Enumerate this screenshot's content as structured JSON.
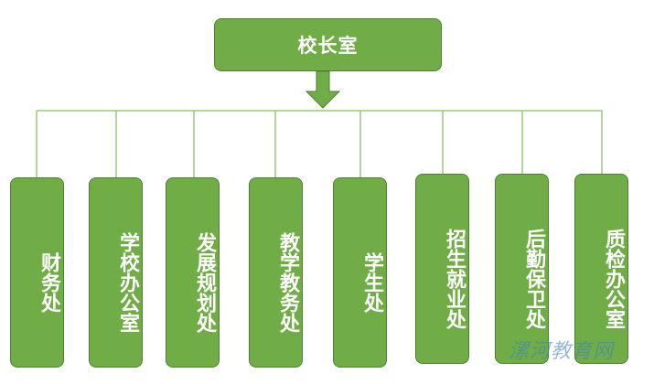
{
  "root": {
    "label": "校长室"
  },
  "departments": [
    {
      "label": "财务处"
    },
    {
      "label": "学校办公室"
    },
    {
      "label": "发展规划处"
    },
    {
      "label": "教学教务处"
    },
    {
      "label": "学生处"
    },
    {
      "label": "招生就业处"
    },
    {
      "label": "后勤保卫处"
    },
    {
      "label": "质检办公室"
    }
  ],
  "watermark": "漯河教育网",
  "colors": {
    "node_fill": "#70ad47",
    "node_border": "#4e7f30",
    "connector": "#70ad47",
    "text": "#ffffff"
  }
}
